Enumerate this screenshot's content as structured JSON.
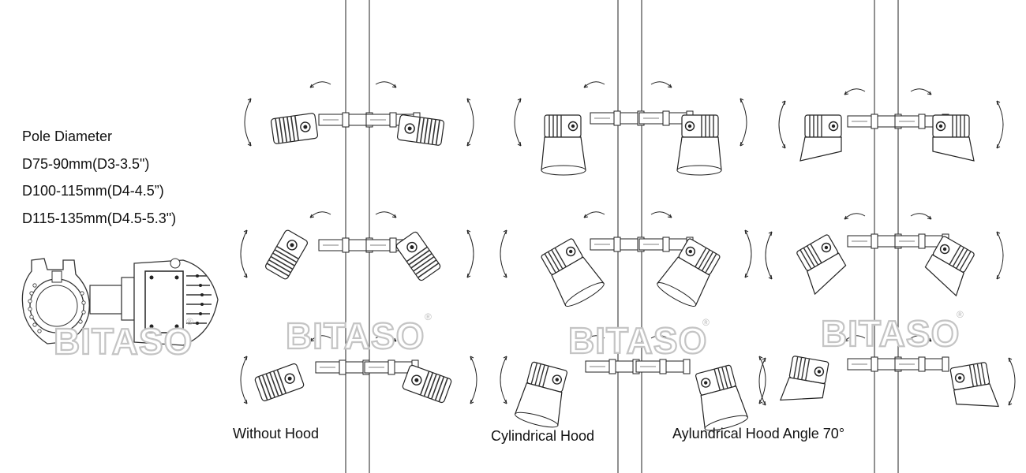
{
  "spec": {
    "title": "Pole Diameter",
    "lines": [
      "D75-90mm(D3-3.5\")",
      "D100-115mm(D4-4.5”)",
      "D115-135mm(D4.5-5.3\")"
    ]
  },
  "captions": {
    "without_hood": "Without Hood",
    "cylindrical_hood": "Cylindrical Hood",
    "aylundrical_hood": "Aylundrical Hood Angle 70°"
  },
  "watermark": {
    "text": "BITASO",
    "registered_mark": "®"
  },
  "colors": {
    "line": "#1a1a1a",
    "fixture_dark": "#3a3a3a",
    "fixture_mid": "#8a8a8a",
    "watermark_stroke": "#c4c4c4"
  }
}
